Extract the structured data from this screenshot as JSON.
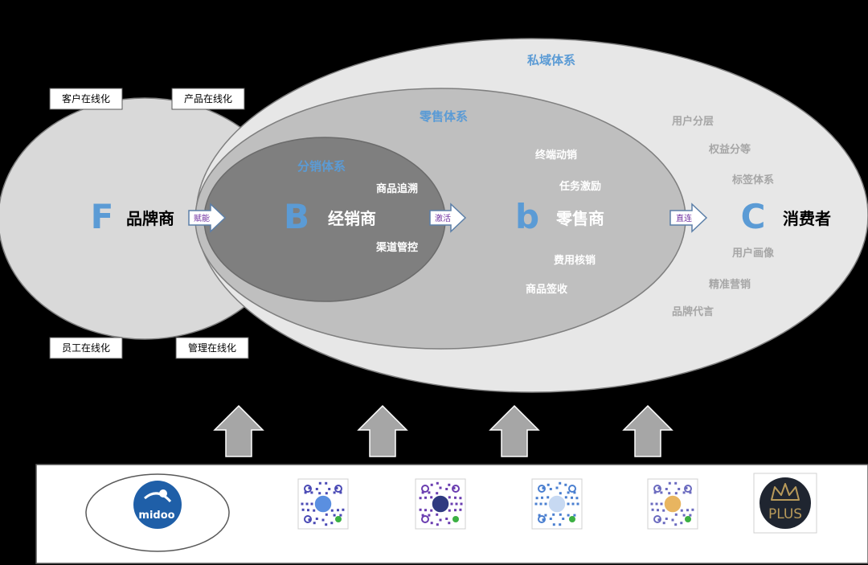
{
  "colors": {
    "background": "#000000",
    "outer_ellipse": "#e7e7e7",
    "brand_ellipse": "#d9d9d9",
    "retail_ellipse": "#bfbfbf",
    "distribution_ellipse": "#7f7f7f",
    "accent_blue": "#5b9bd5",
    "grey_text": "#a6a6a6",
    "arrow_grey": "#a6a6a6",
    "tool_panel": "#ffffff"
  },
  "systems": {
    "private_domain": "私域体系",
    "retail": "零售体系",
    "distribution": "分销体系"
  },
  "nodes": {
    "brand": {
      "letter": "F",
      "label": "品牌商"
    },
    "distributor": {
      "letter": "B",
      "label": "经销商"
    },
    "retailer": {
      "letter": "b",
      "label": "零售商"
    },
    "consumer": {
      "letter": "C",
      "label": "消费者"
    }
  },
  "arrows": {
    "empower": "赋能",
    "activate": "激活",
    "direct": "直连"
  },
  "brand_boxes": {
    "customer_online": "客户在线化",
    "product_online": "产品在线化",
    "employee_online": "员工在线化",
    "management_online": "管理在线化"
  },
  "distribution_features": {
    "product_tracing": "商品追溯",
    "channel_control": "渠道管控"
  },
  "retail_features": {
    "terminal_sales": "终端动销",
    "task_incentive": "任务激励",
    "expense_verification": "费用核销",
    "goods_receipt": "商品签收"
  },
  "consumer_features": {
    "user_layering": "用户分层",
    "rights_sharing": "权益分等",
    "tag_system": "标签体系",
    "user_profile": "用户画像",
    "precision_marketing": "精准营销",
    "brand_endorsement": "品牌代言"
  },
  "tools": {
    "midoo_logo_text": "midoo",
    "plus_logo_text": "PLUS",
    "qr_icons": [
      "mini-program-icon-1",
      "mini-program-icon-2",
      "mini-program-icon-3",
      "mini-program-icon-4"
    ]
  }
}
